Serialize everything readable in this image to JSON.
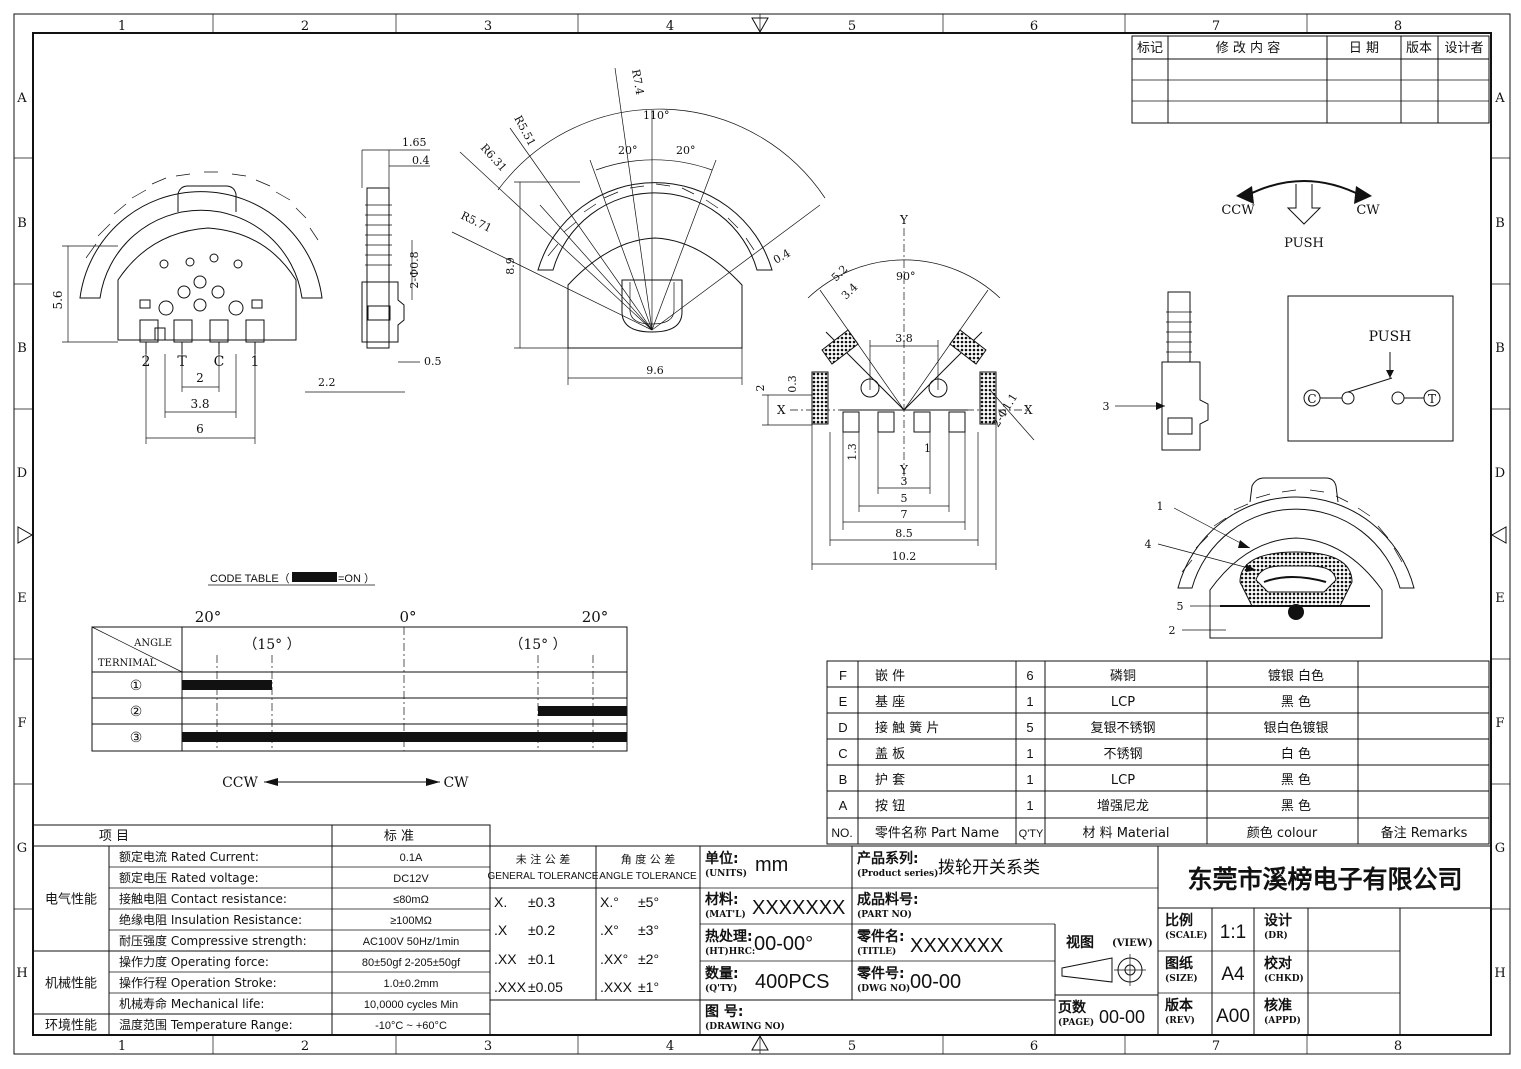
{
  "frame": {
    "zones_top": [
      "1",
      "2",
      "3",
      "4",
      "5",
      "6",
      "7",
      "8"
    ],
    "zones_side": [
      "A",
      "B",
      "B",
      "D",
      "E",
      "F",
      "G",
      "H"
    ]
  },
  "revision_table": {
    "headers": [
      "标记",
      "修 改 内 容",
      "日 期",
      "版本",
      "设计者"
    ]
  },
  "front_view": {
    "pins": [
      "2",
      "T",
      "C",
      "1"
    ],
    "dims": {
      "height": "5.6",
      "pitch": "2",
      "span": "3.8",
      "width": "6"
    }
  },
  "side_view": {
    "dims": {
      "top": "1.65",
      "inner": "0.4",
      "pin_dia": "2-Φ0.8",
      "gap": "0.5",
      "depth": "2.2"
    }
  },
  "top_view": {
    "dims": {
      "r1": "R7.4",
      "r2": "R5.51",
      "r3": "R6.31",
      "r4": "R5.71",
      "angle_total": "110°",
      "angle_left": "20°",
      "angle_right": "20°",
      "wall": "0.4",
      "height": "8.9",
      "width": "9.6"
    }
  },
  "bottom_view": {
    "dims": {
      "d52": "5.2",
      "d34": "3.4",
      "a90": "90°",
      "d38": "3.8",
      "d2": "2",
      "d03": "0.3",
      "axis_x": "X",
      "axis_y": "Y",
      "hole": "2-Φ1.1",
      "d13": "1.3",
      "d1": "1",
      "d3": "3",
      "d5": "5",
      "d7": "7",
      "d85": "8.5",
      "d102": "10.2"
    }
  },
  "motion_symbol": {
    "ccw": "CCW",
    "cw": "CW",
    "push": "PUSH"
  },
  "schematic": {
    "push": "PUSH",
    "c": "C",
    "t": "T"
  },
  "side_view2": {
    "callout": "3"
  },
  "exploded_view": {
    "callouts": [
      "1",
      "4",
      "5",
      "2"
    ]
  },
  "code_table": {
    "label": "CODE TABLE（",
    "on_label": "=ON ）",
    "angle_left": "20°",
    "angle_zero": "0°",
    "angle_right": "20°",
    "header_angle": "ANGLE",
    "header_terminal": "TERNIMAL",
    "sub_left": "（15° ）",
    "sub_right": "（15° ）",
    "rows": [
      "①",
      "②",
      "③"
    ],
    "ccw": "CCW",
    "cw": "CW"
  },
  "parts_table": {
    "rows": [
      {
        "no": "F",
        "name": "嵌       件",
        "qty": "6",
        "material": "磷铜",
        "colour": "镀银  白色",
        "remark": ""
      },
      {
        "no": "E",
        "name": "基       座",
        "qty": "1",
        "material": "LCP",
        "colour": "黑    色",
        "remark": ""
      },
      {
        "no": "D",
        "name": "接 触 簧 片",
        "qty": "5",
        "material": "复银不锈钢",
        "colour": "银白色镀银",
        "remark": ""
      },
      {
        "no": "C",
        "name": "盖       板",
        "qty": "1",
        "material": "不锈钢",
        "colour": "白    色",
        "remark": ""
      },
      {
        "no": "B",
        "name": "护       套",
        "qty": "1",
        "material": "LCP",
        "colour": "黑    色",
        "remark": ""
      },
      {
        "no": "A",
        "name": "按       钮",
        "qty": "1",
        "material": "增强尼龙",
        "colour": "黑    色",
        "remark": ""
      }
    ],
    "header": {
      "no": "NO.",
      "name": "零件名称 Part Name",
      "qty": "Q'TY",
      "material": "材 料 Material",
      "colour": "颜色  colour",
      "remark": "备注 Remarks"
    }
  },
  "spec_table": {
    "header_item": "项    目",
    "header_std": "标    准",
    "groups": [
      {
        "name": "电气性能",
        "rows": [
          {
            "item": "额定电流  Rated Current:",
            "value": "0.1A"
          },
          {
            "item": "额定电压  Rated voltage:",
            "value": "DC12V"
          },
          {
            "item": "接触电阻  Contact resistance:",
            "value": "≤80mΩ"
          },
          {
            "item": "绝缘电阻  Insulation Resistance:",
            "value": "≥100MΩ"
          },
          {
            "item": "耐压强度  Compressive strength:",
            "value": "AC100V   50Hz/1min"
          }
        ]
      },
      {
        "name": "机械性能",
        "rows": [
          {
            "item": "操作力度  Operating force:",
            "value": "80±50gf    2-205±50gf"
          },
          {
            "item": "操作行程  Operation Stroke:",
            "value": "1.0±0.2mm"
          },
          {
            "item": "机械寿命  Mechanical life:",
            "value": "10,0000 cycles Min"
          }
        ]
      },
      {
        "name": "环境性能",
        "rows": [
          {
            "item": "温度范围  Temperature Range:",
            "value": "-10°C ~ +60°C"
          }
        ]
      }
    ]
  },
  "tolerance": {
    "general_cn": "未 注 公 差",
    "general_en": "GENERAL TOLERANCE",
    "angle_cn": "角 度 公 差",
    "angle_en": "ANGLE TOLERANCE",
    "rows": [
      {
        "g": "X.",
        "gv": "±0.3",
        "a": "X.°",
        "av": "±5°"
      },
      {
        "g": ".X",
        "gv": "±0.2",
        "a": ".X°",
        "av": "±3°"
      },
      {
        "g": ".XX",
        "gv": "±0.1",
        "a": ".XX°",
        "av": "±2°"
      },
      {
        "g": ".XXX",
        "gv": "±0.05",
        "a": ".XXX",
        "av": "±1°"
      }
    ]
  },
  "title_block": {
    "units_cn": "单位:",
    "units_en": "(UNITS)",
    "units_val": "mm",
    "mat_cn": "材料:",
    "mat_en": "(MAT'L)",
    "mat_val": "XXXXXXX",
    "ht_cn": "热处理:",
    "ht_en": "(HT)HRC:",
    "ht_val": "00-00°",
    "qty_cn": "数量:",
    "qty_en": "(Q'TY)",
    "qty_val": "400PCS",
    "dwg_cn": "图  号:",
    "dwg_en": "(DRAWING NO)",
    "series_cn": "产品系列:",
    "series_en": "(Product series)",
    "series_val": "拨轮开关系类",
    "partno_cn": "成品料号:",
    "partno_en": "(PART NO)",
    "title_cn": "零件名:",
    "title_en": "(TITLE)",
    "title_val": "XXXXXXX",
    "dwgno_cn": "零件号:",
    "dwgno_en": "(DWG NO)",
    "dwgno_val": "00-00",
    "company": "东莞市溪榜电子有限公司",
    "view_cn": "视图",
    "view_en": "(VIEW)",
    "page_cn": "页数",
    "page_en": "(PAGE)",
    "page_val": "00-00",
    "scale_cn": "比例",
    "scale_en": "(SCALE)",
    "scale_val": "1:1",
    "size_cn": "图纸",
    "size_en": "(SIZE)",
    "size_val": "A4",
    "rev_cn": "版本",
    "rev_en": "(REV)",
    "rev_val": "A00",
    "dr_cn": "设计",
    "dr_en": "(DR)",
    "chkd_cn": "校对",
    "chkd_en": "(CHKD)",
    "appd_cn": "核准",
    "appd_en": "(APPD)"
  }
}
